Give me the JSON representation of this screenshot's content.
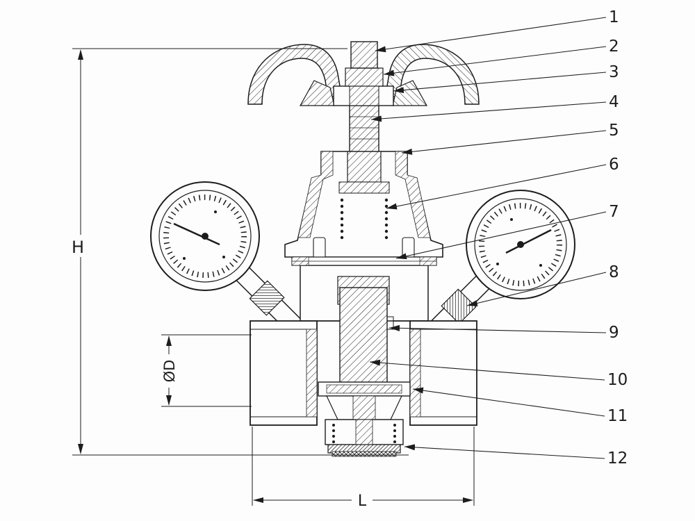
{
  "dimension_labels": {
    "height": "H",
    "diameter": "ØD",
    "length": "L"
  },
  "callouts": [
    {
      "label": "1"
    },
    {
      "label": "2"
    },
    {
      "label": "3"
    },
    {
      "label": "4"
    },
    {
      "label": "5"
    },
    {
      "label": "6"
    },
    {
      "label": "7"
    },
    {
      "label": "8"
    },
    {
      "label": "9"
    },
    {
      "label": "10"
    },
    {
      "label": "11"
    },
    {
      "label": "12"
    }
  ],
  "colors": {
    "ink": "#1c1c1c",
    "paper": "#fdfdfd"
  }
}
